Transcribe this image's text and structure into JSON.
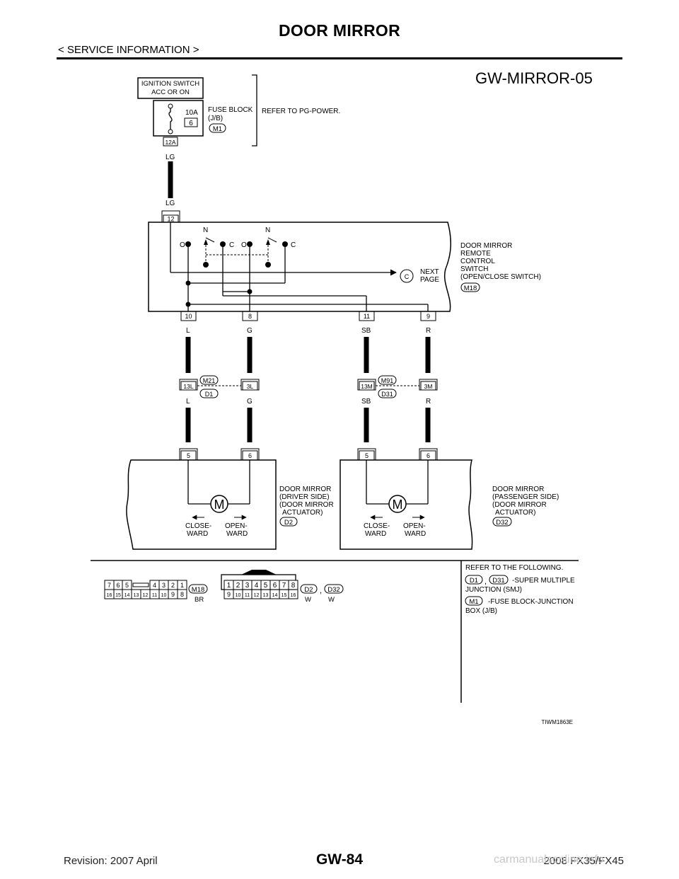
{
  "header": {
    "title": "DOOR MIRROR",
    "section_link": "< SERVICE INFORMATION >"
  },
  "diagram": {
    "code": "GW-MIRROR-05",
    "ignition_switch": [
      "IGNITION SWITCH",
      "ACC OR ON"
    ],
    "fuse_rating": "10A",
    "fuse_number": "6",
    "fuse_terminal": "12A",
    "fuse_block_label": [
      "FUSE BLOCK",
      "(J/B)"
    ],
    "fuse_connector": "M1",
    "refer_pg_power": "REFER TO PG-POWER.",
    "wire_lg": "LG",
    "switch": {
      "input_terminal": "12",
      "label": [
        "DOOR MIRROR",
        "REMOTE",
        "CONTROL",
        "SWITCH",
        "(OPEN/CLOSE SWITCH)"
      ],
      "connector": "M18",
      "next_page": [
        "NEXT",
        "PAGE"
      ],
      "next_marker": "C",
      "pos_n": "N",
      "pos_o": "O",
      "pos_c": "C",
      "terminals": [
        "10",
        "8",
        "11",
        "9"
      ],
      "wire_colors": [
        "L",
        "G",
        "SB",
        "R"
      ]
    },
    "junction_left": {
      "terminals": [
        "13L",
        "3L"
      ],
      "connectors": [
        "M21",
        "D1"
      ]
    },
    "junction_right": {
      "terminals": [
        "13M",
        "3M"
      ],
      "connectors": [
        "M91",
        "D31"
      ]
    },
    "driver_mirror": {
      "terminals": [
        "5",
        "6"
      ],
      "label": [
        "DOOR MIRROR",
        "(DRIVER SIDE)",
        "(DOOR MIRROR",
        "ACTUATOR)"
      ],
      "connector": "D2",
      "motor": "M",
      "close": [
        "CLOSE-",
        "WARD"
      ],
      "open": [
        "OPEN-",
        "WARD"
      ]
    },
    "passenger_mirror": {
      "terminals": [
        "5",
        "6"
      ],
      "label": [
        "DOOR MIRROR",
        "(PASSENGER SIDE)",
        "(DOOR MIRROR",
        "ACTUATOR)"
      ],
      "connector": "D32",
      "motor": "M",
      "close": [
        "CLOSE-",
        "WARD"
      ],
      "open": [
        "OPEN-",
        "WARD"
      ]
    },
    "connector_views": {
      "m18_top": [
        "7",
        "6",
        "5",
        "4",
        "3",
        "2",
        "1"
      ],
      "m18_bottom": [
        "16",
        "15",
        "14",
        "13",
        "12",
        "11",
        "10",
        "9",
        "8"
      ],
      "m18_name": "M18",
      "m18_color": "BR",
      "d_top": [
        "1",
        "2",
        "3",
        "4",
        "5",
        "6",
        "7",
        "8"
      ],
      "d_bottom": [
        "9",
        "10",
        "11",
        "12",
        "13",
        "14",
        "15",
        "16"
      ],
      "d_names": [
        "D2",
        "D32"
      ],
      "d_colors": [
        "W",
        "W"
      ],
      "separator": ","
    },
    "refer_following": {
      "heading": "REFER TO THE FOLLOWING.",
      "entry1_connectors": [
        "D1",
        "D31"
      ],
      "entry1_text": [
        "-SUPER MULTIPLE",
        "JUNCTION (SMJ)"
      ],
      "entry2_connector": "M1",
      "entry2_text": [
        "-FUSE BLOCK-JUNCTION",
        "BOX (J/B)"
      ]
    },
    "figure_id": "TIWM1863E"
  },
  "footer": {
    "revision": "Revision: 2007 April",
    "page": "GW-84",
    "model": "2008 FX35/FX45",
    "watermark": "carmanualsonline.info"
  }
}
